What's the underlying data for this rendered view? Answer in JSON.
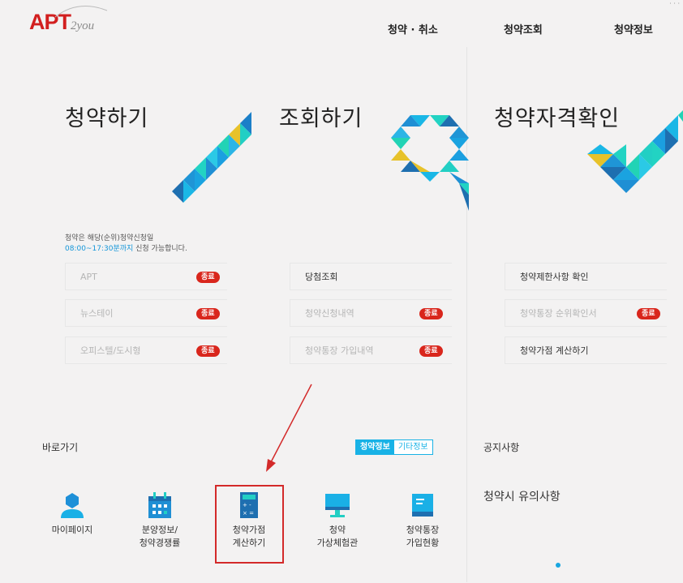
{
  "logo": {
    "apt": "APT",
    "suffix": "2you"
  },
  "nav": {
    "apply_cancel": "청약 · 취소",
    "inquiry": "청약조회",
    "info": "청약정보"
  },
  "columns": {
    "apply": "청약하기",
    "inquiry": "조회하기",
    "qualify": "청약자격확인"
  },
  "notice": {
    "line1": "청약은 해당(순위)청약신청일",
    "line2_time": "08:00~17:30분까지",
    "line2_rest": " 신청 가능합니다."
  },
  "apply_items": [
    {
      "label": "APT",
      "badge": "종료"
    },
    {
      "label": "뉴스테이",
      "badge": "종료"
    },
    {
      "label": "오피스텔/도시형",
      "badge": "종료"
    }
  ],
  "inquiry_items": [
    {
      "label": "당첨조회"
    },
    {
      "label": "청약신청내역",
      "badge": "종료"
    },
    {
      "label": "청약통장 가입내역",
      "badge": "종료"
    }
  ],
  "qualify_items": [
    {
      "label": "청약제한사항 확인"
    },
    {
      "label": "청약통장 순위확인서",
      "badge": "종료"
    },
    {
      "label": "청약가점 계산하기"
    }
  ],
  "shortcuts": {
    "title": "바로가기",
    "tab_active": "청약정보",
    "tab_other": "기타정보",
    "items": [
      {
        "line1": "마이페이지",
        "line2": "",
        "icon": "person-icon"
      },
      {
        "line1": "분양정보/",
        "line2": "청약경쟁률",
        "icon": "calendar-icon"
      },
      {
        "line1": "청약가점",
        "line2": "계산하기",
        "icon": "calculator-icon"
      },
      {
        "line1": "청약",
        "line2": "가상체험관",
        "icon": "monitor-icon"
      },
      {
        "line1": "청약통장",
        "line2": "가입현황",
        "icon": "passbook-icon"
      }
    ]
  },
  "notices": {
    "title": "공지사항",
    "item": "청약시 유의사항"
  },
  "colors": {
    "brand_red": "#d21f1f",
    "accent_blue": "#18b2e6",
    "badge_red": "#d9261c"
  }
}
